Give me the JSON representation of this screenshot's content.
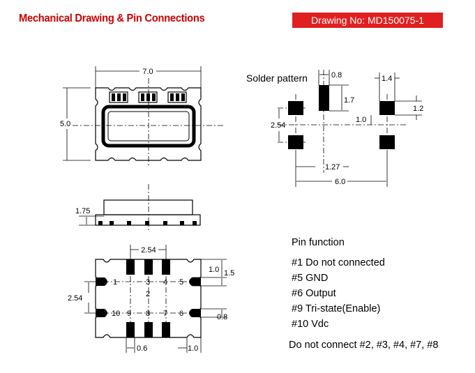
{
  "header": {
    "title": "Mechanical Drawing & Pin Connections",
    "drawing_no": "Drawing No: MD150075-1"
  },
  "top_view": {
    "width_dim": "7.0",
    "height_dim": "5.0"
  },
  "side_view": {
    "height_dim": "1.75"
  },
  "bottom_view": {
    "pitch_top": "2.54",
    "pitch_left": "2.54",
    "pad_dim_a": "1.0",
    "pad_dim_b": "1.5",
    "pad_width": "0.8",
    "dim_bottom_a": "0.6",
    "dim_bottom_b": "1.0",
    "pin_labels": [
      "1",
      "2",
      "3",
      "4",
      "5",
      "6",
      "7",
      "8",
      "9",
      "10"
    ]
  },
  "solder_pattern": {
    "title": "Solder pattern",
    "dim_0_8": "0.8",
    "dim_1_4": "1.4",
    "dim_1_7": "1.7",
    "dim_1_2": "1.2",
    "dim_1_0": "1.0",
    "dim_2_54": "2.54",
    "dim_1_27": "1.27",
    "dim_6_0": "6.0"
  },
  "pin_function": {
    "heading": "Pin function",
    "items": [
      "#1 Do not connected",
      "#5 GND",
      "#6 Output",
      "#9 Tri-state(Enable)",
      "#10 Vdc"
    ],
    "note": "Do not connect #2, #3, #4, #7, #8"
  }
}
